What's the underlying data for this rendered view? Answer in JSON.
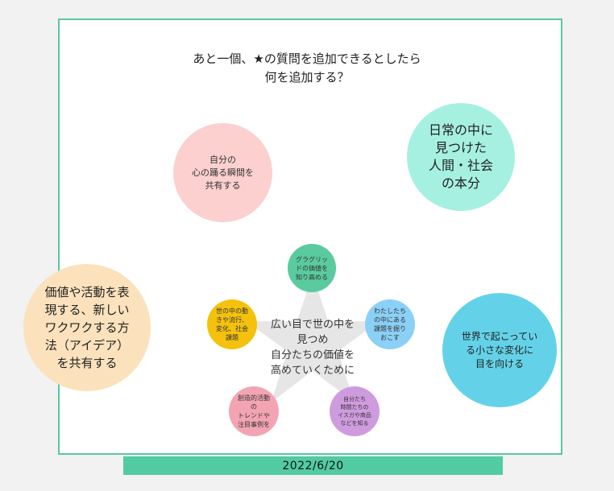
{
  "title": {
    "line1": "あと一個、★の質問を追加できるとしたら",
    "line2": "何を追加する？"
  },
  "date": "2022/6/20",
  "bubbles": {
    "pink": [
      "自分の",
      "心の踊る瞬間を",
      "共有する"
    ],
    "mint": [
      "日常の中に",
      "見つけた",
      "人間・社会",
      "の本分"
    ],
    "peach": [
      "価値や活動を表",
      "現する、新しい",
      "ワクワクする方",
      "法（アイデア）",
      "を共有する"
    ],
    "blue": [
      "世界で起こってい",
      "る小さな変化に",
      "目を向ける"
    ]
  },
  "center": [
    "広い目で世の中を",
    "見つめ",
    "自分たちの価値を",
    "高めていくために"
  ],
  "nodes": {
    "top": [
      "グラグリッ",
      "ドの価値を",
      "知り高める"
    ],
    "right": [
      "わたしたち",
      "の中にある",
      "課題を掘り",
      "おこす"
    ],
    "bottom_right": [
      "自分たち",
      "時間たちの",
      "イスガや商品",
      "などを知る"
    ],
    "bottom_left": [
      "創造的活動",
      "の",
      "トレンドや",
      "注目事例を"
    ],
    "left": [
      "世の中の動",
      "きや流行、",
      "変化、社会",
      "課題"
    ]
  },
  "colors": {
    "frame": "#56c8a2",
    "date_bar": "#52cba3",
    "pink": "#fbd0cf",
    "mint": "#a6f0e2",
    "peach": "#fbe2bc",
    "blue": "#63d2e8",
    "node_top": "#5acb9f",
    "node_right": "#8bd0f6",
    "node_bottom_right": "#cf9bdf",
    "node_bottom_left": "#f3a4b2",
    "node_left": "#f4c20d",
    "star": "#e6e6e6"
  }
}
